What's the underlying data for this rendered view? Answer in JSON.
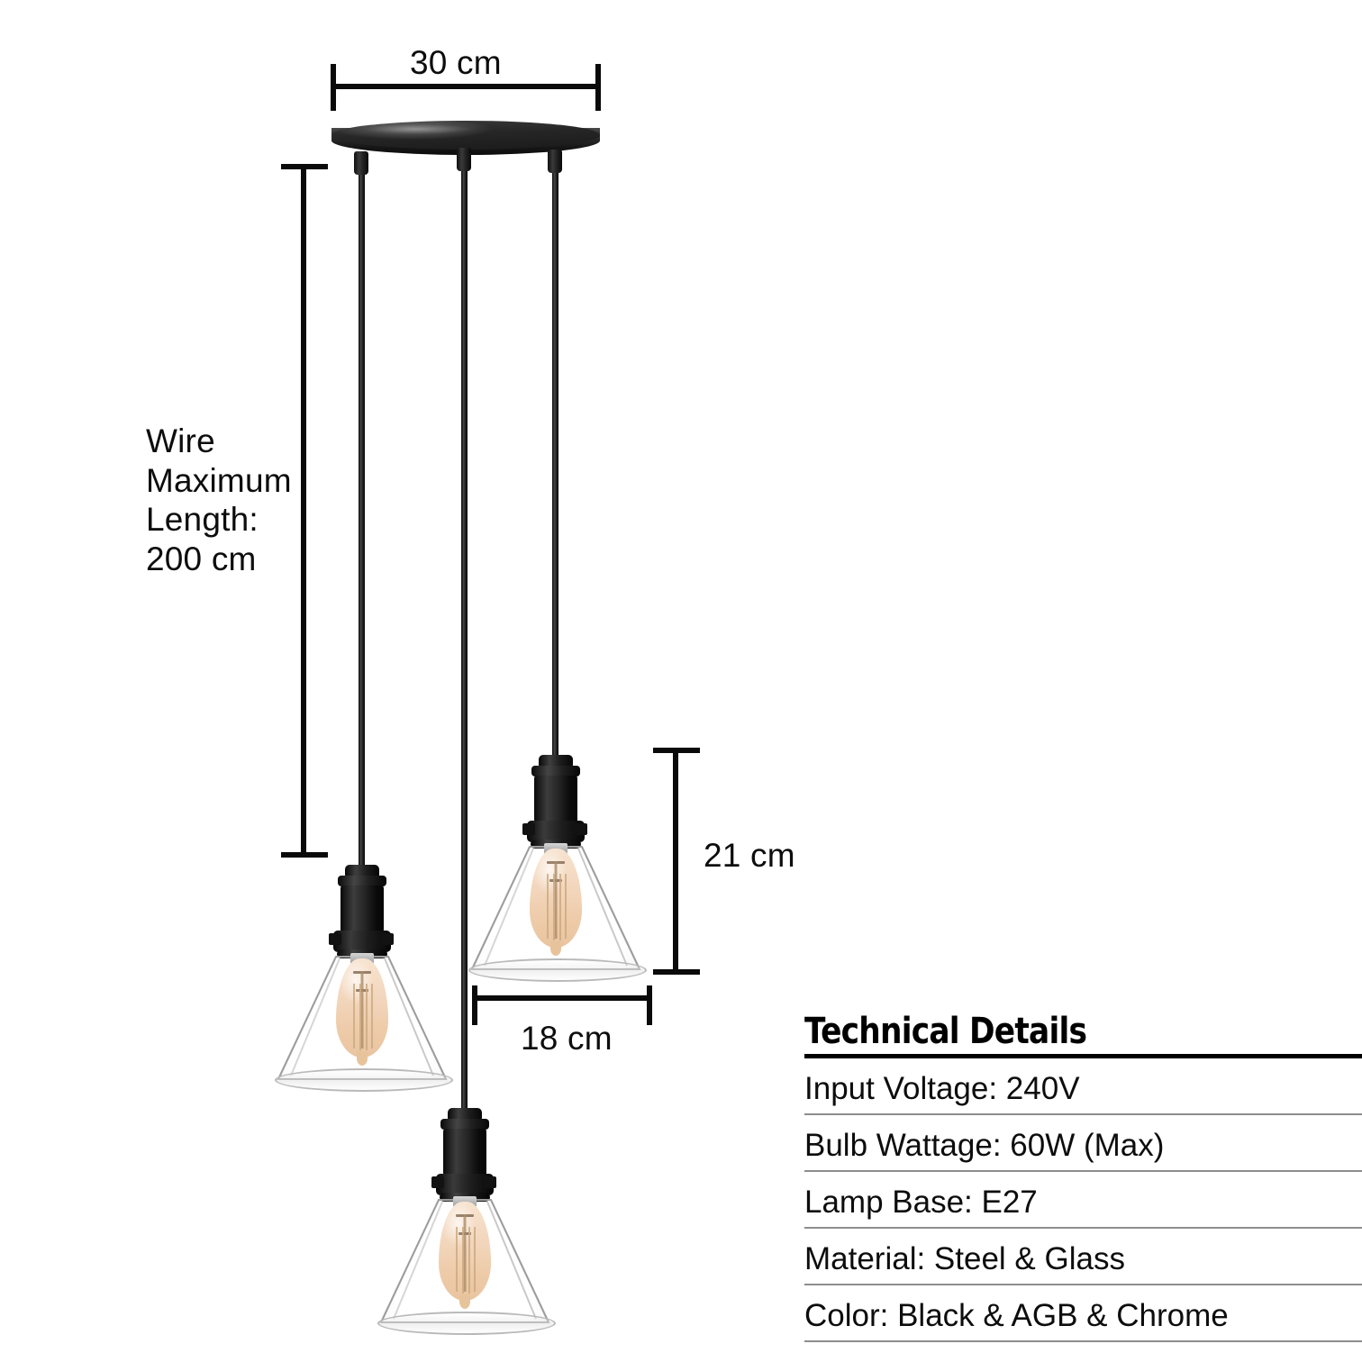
{
  "diagram": {
    "title": "Pendant Light Dimension Diagram",
    "dimensions": {
      "canopy_width": "30 cm",
      "wire_length_label": "Wire\nMaximum\nLength:\n200 cm",
      "wire_length_line1": "Wire",
      "wire_length_line2": "Maximum",
      "wire_length_line3": "Length:",
      "wire_length_line4": "200 cm",
      "shade_height": "21 cm",
      "shade_width": "18 cm"
    },
    "fixture": {
      "shade_count": 3,
      "shade_type": "clear-cone-glass-shade",
      "bulb_type": "edison-teardrop-bulb",
      "holder_type": "black-steel-lamp-holder",
      "canopy_type": "round-ceiling-plate"
    },
    "colors": {
      "line": "#0a0a0a",
      "metal_black": "#1a1a1a",
      "bulb_amber": "#f0cfae",
      "rule_thin": "#8d8d8d",
      "background": "#ffffff"
    }
  },
  "tech_details": {
    "heading": "Technical Details",
    "rows": [
      {
        "label": "Input Voltage:",
        "value": "240V",
        "text": "Input Voltage: 240V"
      },
      {
        "label": "Bulb Wattage:",
        "value": "60W (Max)",
        "text": "Bulb Wattage: 60W (Max)"
      },
      {
        "label": "Lamp Base:",
        "value": "E27",
        "text": "Lamp Base: E27"
      },
      {
        "label": "Material:",
        "value": "Steel & Glass",
        "text": "Material: Steel & Glass"
      },
      {
        "label": "Color:",
        "value": "Black & AGB & Chrome",
        "text": "Color: Black & AGB & Chrome"
      }
    ]
  }
}
